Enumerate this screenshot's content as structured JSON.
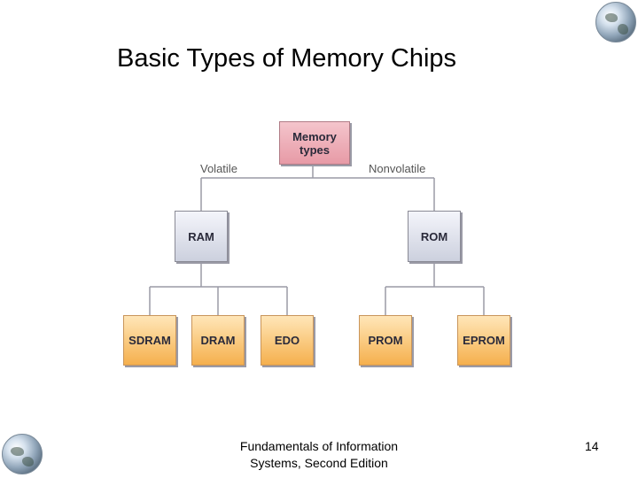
{
  "slide": {
    "title": "Basic Types of Memory Chips",
    "footer_line1": "Fundamentals of Information",
    "footer_line2": "Systems, Second Edition",
    "page_number": "14"
  },
  "diagram": {
    "root": {
      "line1": "Memory",
      "line2": "types"
    },
    "edge_labels": {
      "left": "Volatile",
      "right": "Nonvolatile"
    },
    "ram": "RAM",
    "rom": "ROM",
    "ram_children": [
      "SDRAM",
      "DRAM",
      "EDO"
    ],
    "rom_children": [
      "PROM",
      "EPROM"
    ]
  },
  "colors": {
    "root_fill": "#e79aa6",
    "category_fill": "#ccd0de",
    "leaf_fill": "#f5b04d",
    "connector": "#9a9aa6"
  },
  "icons": [
    "globe-icon"
  ]
}
